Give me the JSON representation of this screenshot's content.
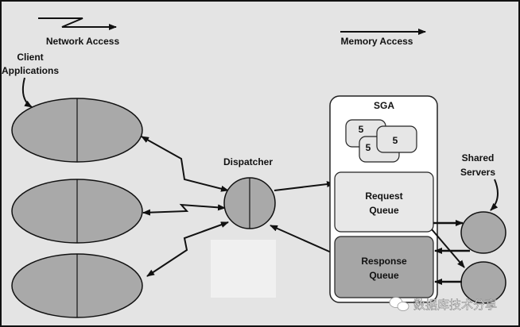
{
  "legend": {
    "network_access": "Network Access",
    "memory_access": "Memory Access"
  },
  "client_label": [
    "Client",
    "Applications"
  ],
  "dispatcher_label": "Dispatcher",
  "sga": {
    "title": "SGA",
    "stack_labels": [
      "5",
      "5",
      "5"
    ],
    "request_queue": [
      "Request",
      "Queue"
    ],
    "response_queue": [
      "Response",
      "Queue"
    ]
  },
  "shared_servers_label": [
    "Shared",
    "Servers"
  ],
  "watermark": "数据库技术分享",
  "colors": {
    "background": "#e4e4e4",
    "shape_fill": "#a9a9a9",
    "request_fill": "#e8e8e8",
    "response_fill": "#a6a6a6"
  }
}
